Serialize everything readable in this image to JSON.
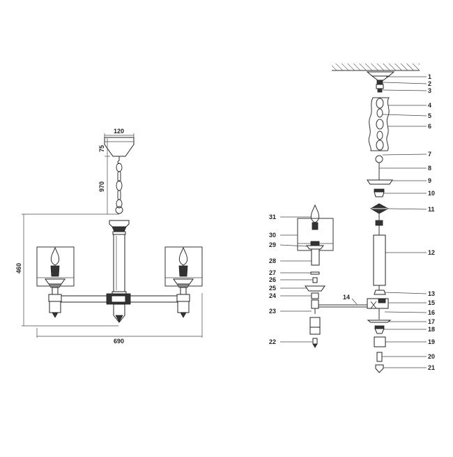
{
  "dimensions": {
    "canopy_width": "120",
    "canopy_height": "75",
    "chain_length": "970",
    "total_height": "460",
    "total_width": "690"
  },
  "part_numbers": [
    "1",
    "2",
    "3",
    "4",
    "5",
    "6",
    "7",
    "8",
    "9",
    "10",
    "11",
    "12",
    "13",
    "14",
    "15",
    "16",
    "17",
    "18",
    "19",
    "20",
    "21",
    "22",
    "23",
    "24",
    "25",
    "26",
    "27",
    "28",
    "29",
    "30",
    "31"
  ]
}
